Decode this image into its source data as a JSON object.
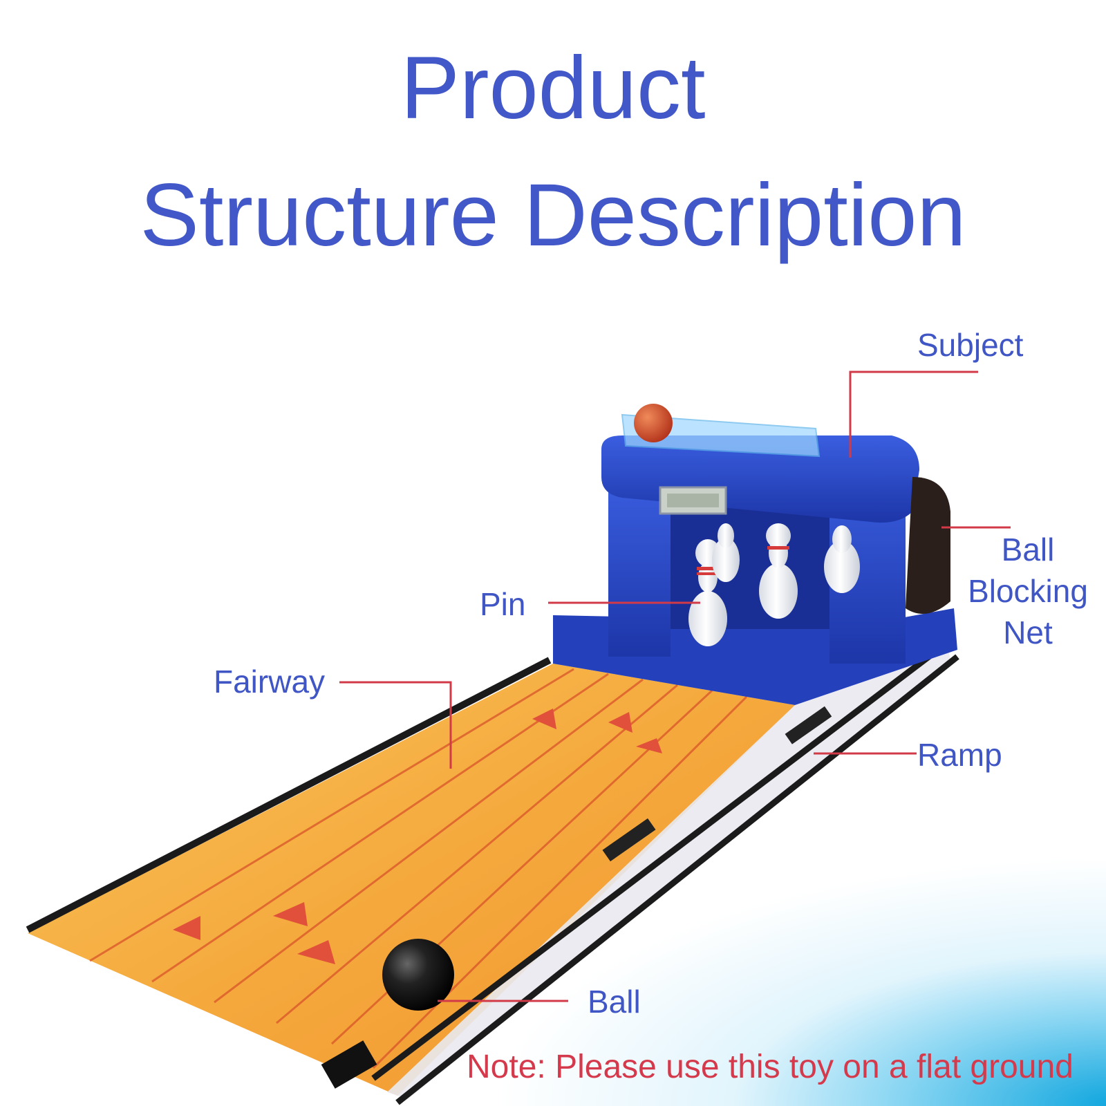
{
  "title": {
    "line1": "Product",
    "line2": "Structure Description"
  },
  "labels": {
    "subject": "Subject",
    "ball_blocking_net_1": "Ball",
    "ball_blocking_net_2": "Blocking",
    "ball_blocking_net_3": "Net",
    "pin": "Pin",
    "fairway": "Fairway",
    "ramp": "Ramp",
    "ball": "Ball"
  },
  "note": "Note: Please use this toy on a flat ground",
  "colors": {
    "title": "#4258c8",
    "label": "#3f56c4",
    "leader_line": "#d23a48",
    "note": "#d43a4c",
    "machine_blue": "#2c49c4",
    "lane_wood": "#f0a43c"
  }
}
